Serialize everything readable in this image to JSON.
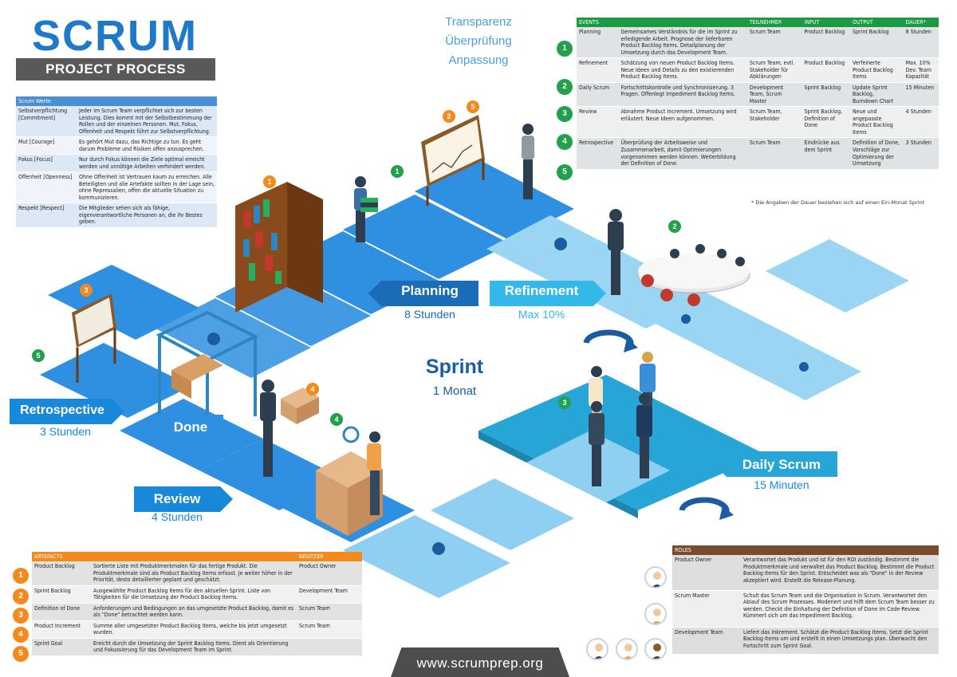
{
  "header": {
    "title": "SCRUM",
    "subtitle": "PROJECT PROCESS"
  },
  "principles": [
    "Transparenz",
    "Überprüfung",
    "Anpassung"
  ],
  "werte": {
    "header": "Scrum Werte",
    "rows": [
      {
        "k": "Selbstverpflichtung [Commitment]",
        "v": "Jeder im Scrum Team verpflichtet sich zur besten Leistung. Dies kommt mit der Selbstbestimmung der Rollen und der einzelnen Personen. Mut, Fokus, Offenheit und Respekt führt zur Selbstverpflichtung."
      },
      {
        "k": "Mut [Courage]",
        "v": "Es gehört Mut dazu, das Richtige zu tun. Es geht darum Probleme und Risiken offen anzusprechen."
      },
      {
        "k": "Fokus [Focus]",
        "v": "Nur durch Fokus können die Ziele optimal erreicht werden und unnötige Arbeiten verhindert werden."
      },
      {
        "k": "Offenheit [Openness]",
        "v": "Ohne Offenheit ist Vertrauen kaum zu erreichen. Alle Beteiligten und alle Artefakte sollten in der Lage sein, ohne Repressalien, offen die aktuelle Situation zu kommunizieren."
      },
      {
        "k": "Respekt [Respect]",
        "v": "Die Mitglieder sehen sich als fähige, eigenverantwortliche Personen an, die ihr Bestes geben."
      }
    ]
  },
  "events": {
    "headers": [
      "EVENTS",
      "",
      "TEILNEHMER",
      "INPUT",
      "OUTPUT",
      "DAUER*"
    ],
    "rows": [
      {
        "n": "1",
        "name": "Planning",
        "desc": "Gemeinsames Verständnis für die im Sprint zu erledigende Arbeit. Prognose der lieferbaren Product Backlog Items. Detailplanung der Umsetzung durch das Development Team.",
        "team": "Scrum Team",
        "input": "Product Backlog",
        "output": "Sprint Backlog",
        "dauer": "8 Stunden"
      },
      {
        "n": "2",
        "name": "Refinement",
        "desc": "Schätzung von neuen Product Backlog Items. Neue Ideen und Details zu den existierenden Product Backlog Items.",
        "team": "Scrum Team, evtl. Stakeholder für Abklärungen",
        "input": "Product Backlog",
        "output": "Verfeinerte Product Backlog Items",
        "dauer": "Max. 10% Dev. Team Kapazität"
      },
      {
        "n": "3",
        "name": "Daily Scrum",
        "desc": "Fortschrittskontrolle und Synchronisierung. 3 Fragen. Offenlegt Impediment Backlog Items.",
        "team": "Development Team, Scrum Master",
        "input": "Sprint Backlog",
        "output": "Update Sprint Backlog, Burndown Chart",
        "dauer": "15 Minuten"
      },
      {
        "n": "4",
        "name": "Review",
        "desc": "Abnahme Product Increment. Umsetzung wird erläutert. Neue Ideen aufgenommen.",
        "team": "Scrum Team, Stakeholder",
        "input": "Sprint Backlog, Definition of Done",
        "output": "Neue und angepasste Product Backlog Items",
        "dauer": "4 Stunden"
      },
      {
        "n": "5",
        "name": "Retrospective",
        "desc": "Überprüfung der Arbeitsweise und Zusammenarbeit, damit Optimierungen vorgenommen werden können. Weiterbildung der Definition of Done.",
        "team": "Scrum Team",
        "input": "Eindrücke aus dem Sprint",
        "output": "Definition of Done, Vorschläge zur Optimierung der Umsetzung",
        "dauer": "3 Stunden"
      }
    ],
    "footnote": "* Die Angaben der Dauer beziehen sich auf einen Ein-Monat Sprint"
  },
  "artefacts": {
    "headers": [
      "ARTEFACTS",
      "",
      "BESITZER"
    ],
    "rows": [
      {
        "n": "1",
        "name": "Product Backlog",
        "desc": "Sortierte Liste mit Produktmerkmalen für das fertige Produkt. Die Produktmerkmale sind als Product Backlog Items erfasst. Je weiter höher in der Priorität, desto detaillierter geplant und geschätzt.",
        "owner": "Product Owner"
      },
      {
        "n": "2",
        "name": "Sprint Backlog",
        "desc": "Ausgewählte Product Backlog Items für den aktuellen Sprint. Liste von Tätigkeiten für die Umsetzung der Product Backlog Items.",
        "owner": "Development Team"
      },
      {
        "n": "3",
        "name": "Definition of Done",
        "desc": "Anforderungen und Bedingungen an das umgesetzte Product Backlog, damit es als \"Done\" betrachtet werden kann.",
        "owner": "Scrum Team"
      },
      {
        "n": "4",
        "name": "Product Increment",
        "desc": "Summe aller umgesetzter Product Backlog Items, welche bis jetzt umgesetzt wurden.",
        "owner": "Scrum Team"
      },
      {
        "n": "5",
        "name": "Sprint Goal",
        "desc": "Ereicht durch die Umsetzung der Sprint Backlog Items. Dient als Orientierung und Fokussierung für das Development Team im Sprint.",
        "owner": ""
      }
    ]
  },
  "roles": {
    "headers": [
      "ROLES",
      ""
    ],
    "rows": [
      {
        "name": "Product Owner",
        "desc": "Verantwortet das Produkt und ist für den ROI zuständig. Bestimmt die Produktmerkmale und verwaltet das Product Backlog. Bestimmt die Product Backlog Items für den Sprint. Entscheidet was als \"Done\" in der Review akzeptiert wird. Erstellt die Release-Planung."
      },
      {
        "name": "Scrum Master",
        "desc": "Schult das Scrum Team und die Organisation in Scrum. Verantwortet den Ablauf des Scrum Prozesses. Moderiert und hilft dem Scrum Team besser zu werden. Checkt die Einhaltung der Definition of Done im Code-Review. Kümmert sich um das Impediment Backlog."
      },
      {
        "name": "Development Team",
        "desc": "Liefert das Inkrement. Schätzt die Product Backlog Items. Setzt die Sprint Backlog Items um und erstellt in einen Umsetzungs plan. Überwacht den Fortschritt zum Sprint Goal."
      }
    ]
  },
  "diagram": {
    "sprint": {
      "title": "Sprint",
      "duration": "1 Monat"
    },
    "planning": {
      "label": "Planning",
      "duration": "8 Stunden"
    },
    "refinement": {
      "label": "Refinement",
      "duration": "Max 10%"
    },
    "retrospective": {
      "label": "Retrospective",
      "duration": "3 Stunden"
    },
    "done": {
      "label": "Done"
    },
    "review": {
      "label": "Review",
      "duration": "4 Stunden"
    },
    "daily": {
      "label": "Daily Scrum",
      "duration": "15 Minuten"
    }
  },
  "website": "www.scrumprep.org",
  "colors": {
    "blue": "#1f78c8",
    "green": "#22a04b",
    "orange": "#f28a1e",
    "brown": "#7a4a2e",
    "tile": "#2f8fe0",
    "tile_light": "#8fd0f2"
  }
}
